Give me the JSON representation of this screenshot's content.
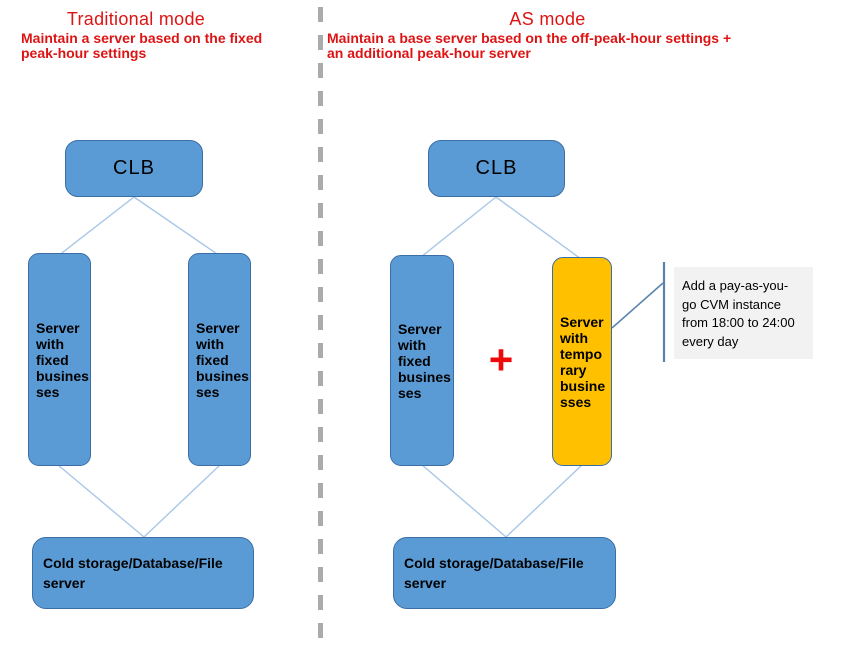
{
  "colors": {
    "heading_red": "#dd1414",
    "plus_red": "#ee0a0a",
    "box_blue_fill": "#5b9bd5",
    "box_blue_border": "#3a6ea5",
    "box_orange_fill": "#ffc000",
    "connector_light_blue": "#a9c7e8",
    "callout_line_blue": "#5b84ad",
    "divider_gray": "#ababab",
    "note_background": "#f2f2f2"
  },
  "left": {
    "title": "Traditional mode",
    "subtitle": "Maintain a server based on the fixed\npeak-hour settings",
    "clb": "CLB",
    "server1": "Server\nwith\nfixed\nbusines\nses",
    "server2": "Server\nwith\nfixed\nbusines\nses",
    "storage": "Cold storage/Database/File\nserver"
  },
  "right": {
    "title": "AS mode",
    "subtitle": "Maintain a base server based on the off-peak-hour settings +\nan additional peak-hour server",
    "clb": "CLB",
    "server_fixed": "Server\nwith\nfixed\nbusines\nses",
    "plus": "+",
    "server_temp": "Server\nwith\ntempo\nrary\nbusine\nsses",
    "storage": "Cold storage/Database/File\nserver",
    "note": "Add a pay-as-you-\ngo CVM instance\nfrom 18:00 to 24:00\nevery day"
  }
}
